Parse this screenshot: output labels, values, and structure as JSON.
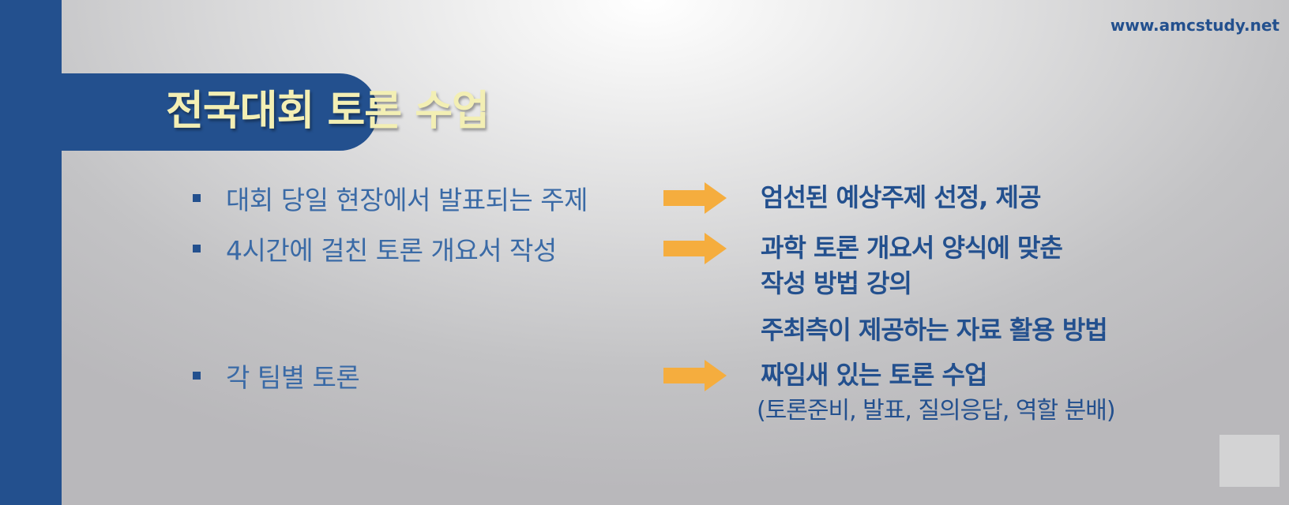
{
  "website": "www.amcstudy.net",
  "title": "전국대회 토론 수업",
  "rows": [
    {
      "left": "대회 당일 현장에서 발표되는 주제",
      "right": [
        "엄선된 예상주제 선정, 제공"
      ]
    },
    {
      "left": "4시간에 걸친 토론 개요서 작성",
      "right": [
        "과학 토론 개요서 양식에 맞춘",
        "작성 방법 강의",
        "주최측이 제공하는 자료 활용 방법"
      ]
    },
    {
      "left": "각 팀별 토론",
      "right": [
        "짜임새 있는 토론 수업"
      ],
      "right_sub": "(토론준비, 발표, 질의응답, 역할 분배)"
    }
  ],
  "colors": {
    "primary_blue": "#23508e",
    "title_yellow": "#f3efb4",
    "arrow_orange": "#f5ad3e"
  }
}
